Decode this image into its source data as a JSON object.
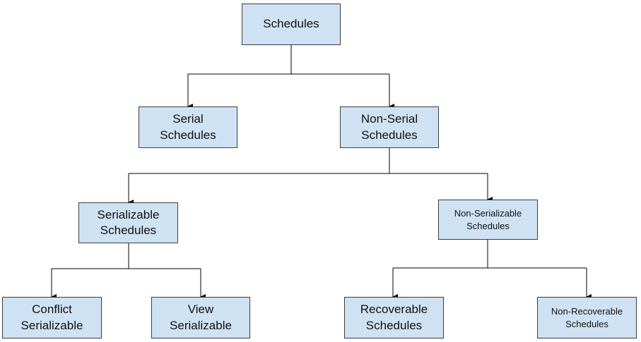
{
  "colors": {
    "node_fill": "#cfe2f3",
    "node_border": "#3c3c3c",
    "connector": "#000000"
  },
  "nodes": {
    "schedules": {
      "line1": "Schedules"
    },
    "serial": {
      "line1": "Serial",
      "line2": "Schedules"
    },
    "non_serial": {
      "line1": "Non-Serial",
      "line2": "Schedules"
    },
    "serializable": {
      "line1": "Serializable",
      "line2": "Schedules"
    },
    "non_serializable": {
      "line1": "Non-Serializable",
      "line2": "Schedules"
    },
    "conflict": {
      "line1": "Conflict",
      "line2": "Serializable"
    },
    "view": {
      "line1": "View",
      "line2": "Serializable"
    },
    "recoverable": {
      "line1": "Recoverable",
      "line2": "Schedules"
    },
    "non_recoverable": {
      "line1": "Non-Recoverable",
      "line2": "Schedules"
    }
  }
}
